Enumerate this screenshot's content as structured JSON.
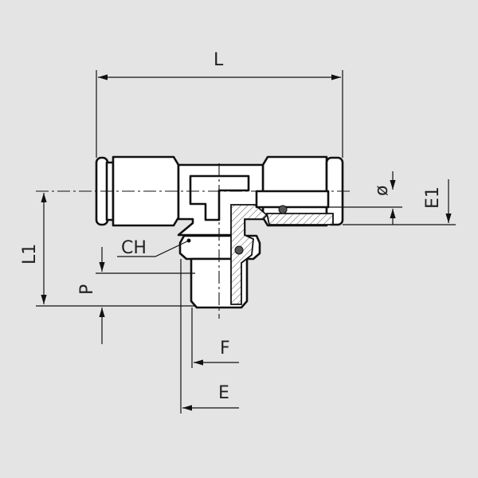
{
  "drawing": {
    "title": "Tee push-in fitting with male thread",
    "dimensions": {
      "length": "L",
      "tube_diameter": "ø",
      "height_e1": "E1",
      "height_l1": "L1",
      "hex": "CH",
      "thread_length": "P",
      "thread_f": "F",
      "thread_e": "E"
    }
  }
}
